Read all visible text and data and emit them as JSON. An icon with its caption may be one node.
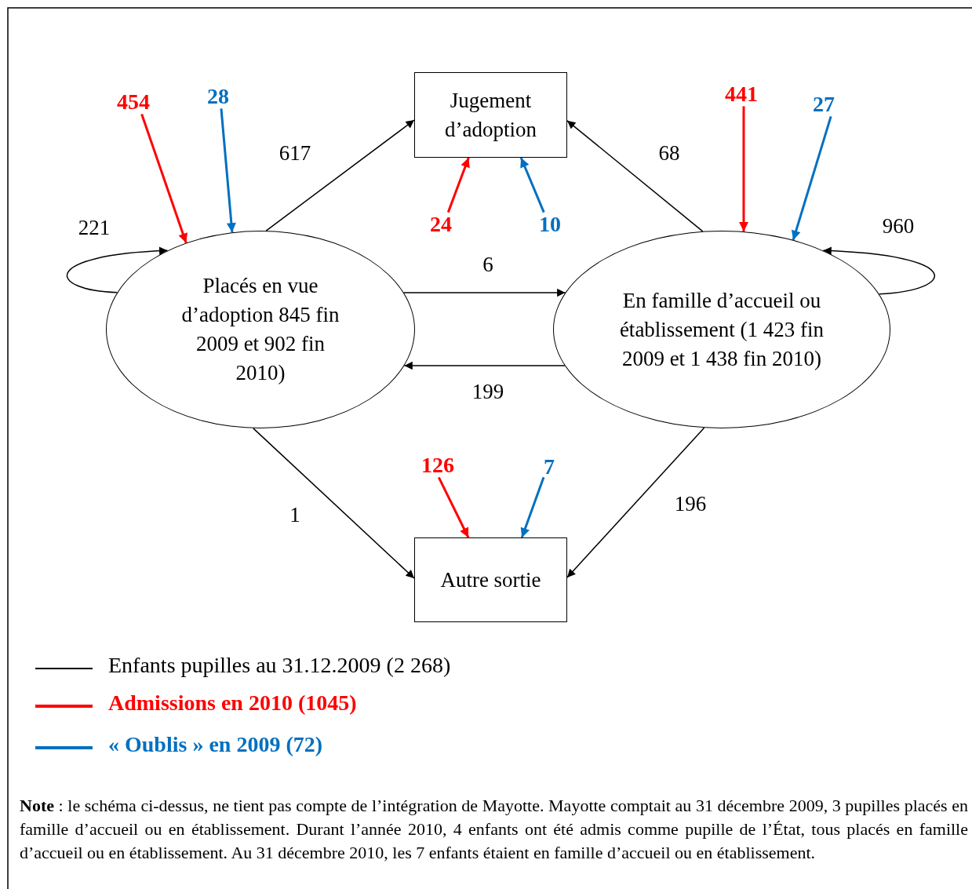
{
  "diagram": {
    "nodes": [
      {
        "text": [
          "Jugement d’adoption"
        ]
      },
      {
        "text": [
          "Placés en vue d’adoption 845 fin 2009 et 902 fin 2010)"
        ]
      },
      {
        "text": [
          "En famille d’accueil ou établissement (1 423 fin 2009 et 1 438 fin 2010)"
        ]
      },
      {
        "text": [
          "Autre sortie"
        ]
      },
      {
        "text": [
          "454"
        ]
      },
      {
        "text": [
          "28"
        ]
      },
      {
        "text": [
          "24"
        ]
      },
      {
        "text": [
          "10"
        ]
      },
      {
        "text": [
          "441"
        ]
      },
      {
        "text": [
          "27"
        ]
      },
      {
        "text": [
          "126"
        ]
      },
      {
        "text": [
          "7"
        ]
      }
    ],
    "edges": [
      {
        "from": 1,
        "to": 0,
        "arrow": "to",
        "label": "617"
      },
      {
        "from": 2,
        "to": 0,
        "arrow": "to",
        "label": "68"
      },
      {
        "from": 1,
        "to": 2,
        "arrow": "to",
        "label": "6"
      },
      {
        "from": 2,
        "to": 1,
        "arrow": "to",
        "label": "199"
      },
      {
        "from": 1,
        "to": 3,
        "arrow": "to",
        "label": "1"
      },
      {
        "from": 2,
        "to": 3,
        "arrow": "to",
        "label": "196"
      },
      {
        "from": 1,
        "to": 1,
        "arrow": "to",
        "label": "221"
      },
      {
        "from": 2,
        "to": 2,
        "arrow": "to",
        "label": "960"
      },
      {
        "from": 4,
        "to": 1,
        "arrow": "to",
        "color": "#ff0000"
      },
      {
        "from": 5,
        "to": 1,
        "arrow": "to",
        "color": "#0070c0"
      },
      {
        "from": 6,
        "to": 0,
        "arrow": "to",
        "color": "#ff0000"
      },
      {
        "from": 7,
        "to": 0,
        "arrow": "to",
        "color": "#0070c0"
      },
      {
        "from": 8,
        "to": 2,
        "arrow": "to",
        "color": "#ff0000"
      },
      {
        "from": 9,
        "to": 2,
        "arrow": "to",
        "color": "#0070c0"
      },
      {
        "from": 10,
        "to": 3,
        "arrow": "to",
        "color": "#ff0000"
      },
      {
        "from": 11,
        "to": 3,
        "arrow": "to",
        "color": "#0070c0"
      }
    ],
    "labels": [
      "**Note** : le schéma ci-dessus, ne tient pas compte de l’intégration de Mayotte. Mayotte comptait au 31 décembre 2009, 3 pupilles placés en famille d’accueil ou en établissement. Durant l’année 2010, 4 enfants ont été admis comme pupille de l’État, tous placés en famille d’accueil ou en établissement. Au 31 décembre 2010, les 7 enfants étaient en famille d’accueil ou en  établissement."
    ],
    "legend": [
      {
        "text": "Enfants pupilles au 31.12.2009 (2 268)",
        "color": "#000000"
      },
      {
        "text": "Admissions en 2010 (1045)",
        "color": "#ff0000"
      },
      {
        "text": "« Oublis » en 2009 (72)",
        "color": "#0070c0"
      }
    ]
  }
}
